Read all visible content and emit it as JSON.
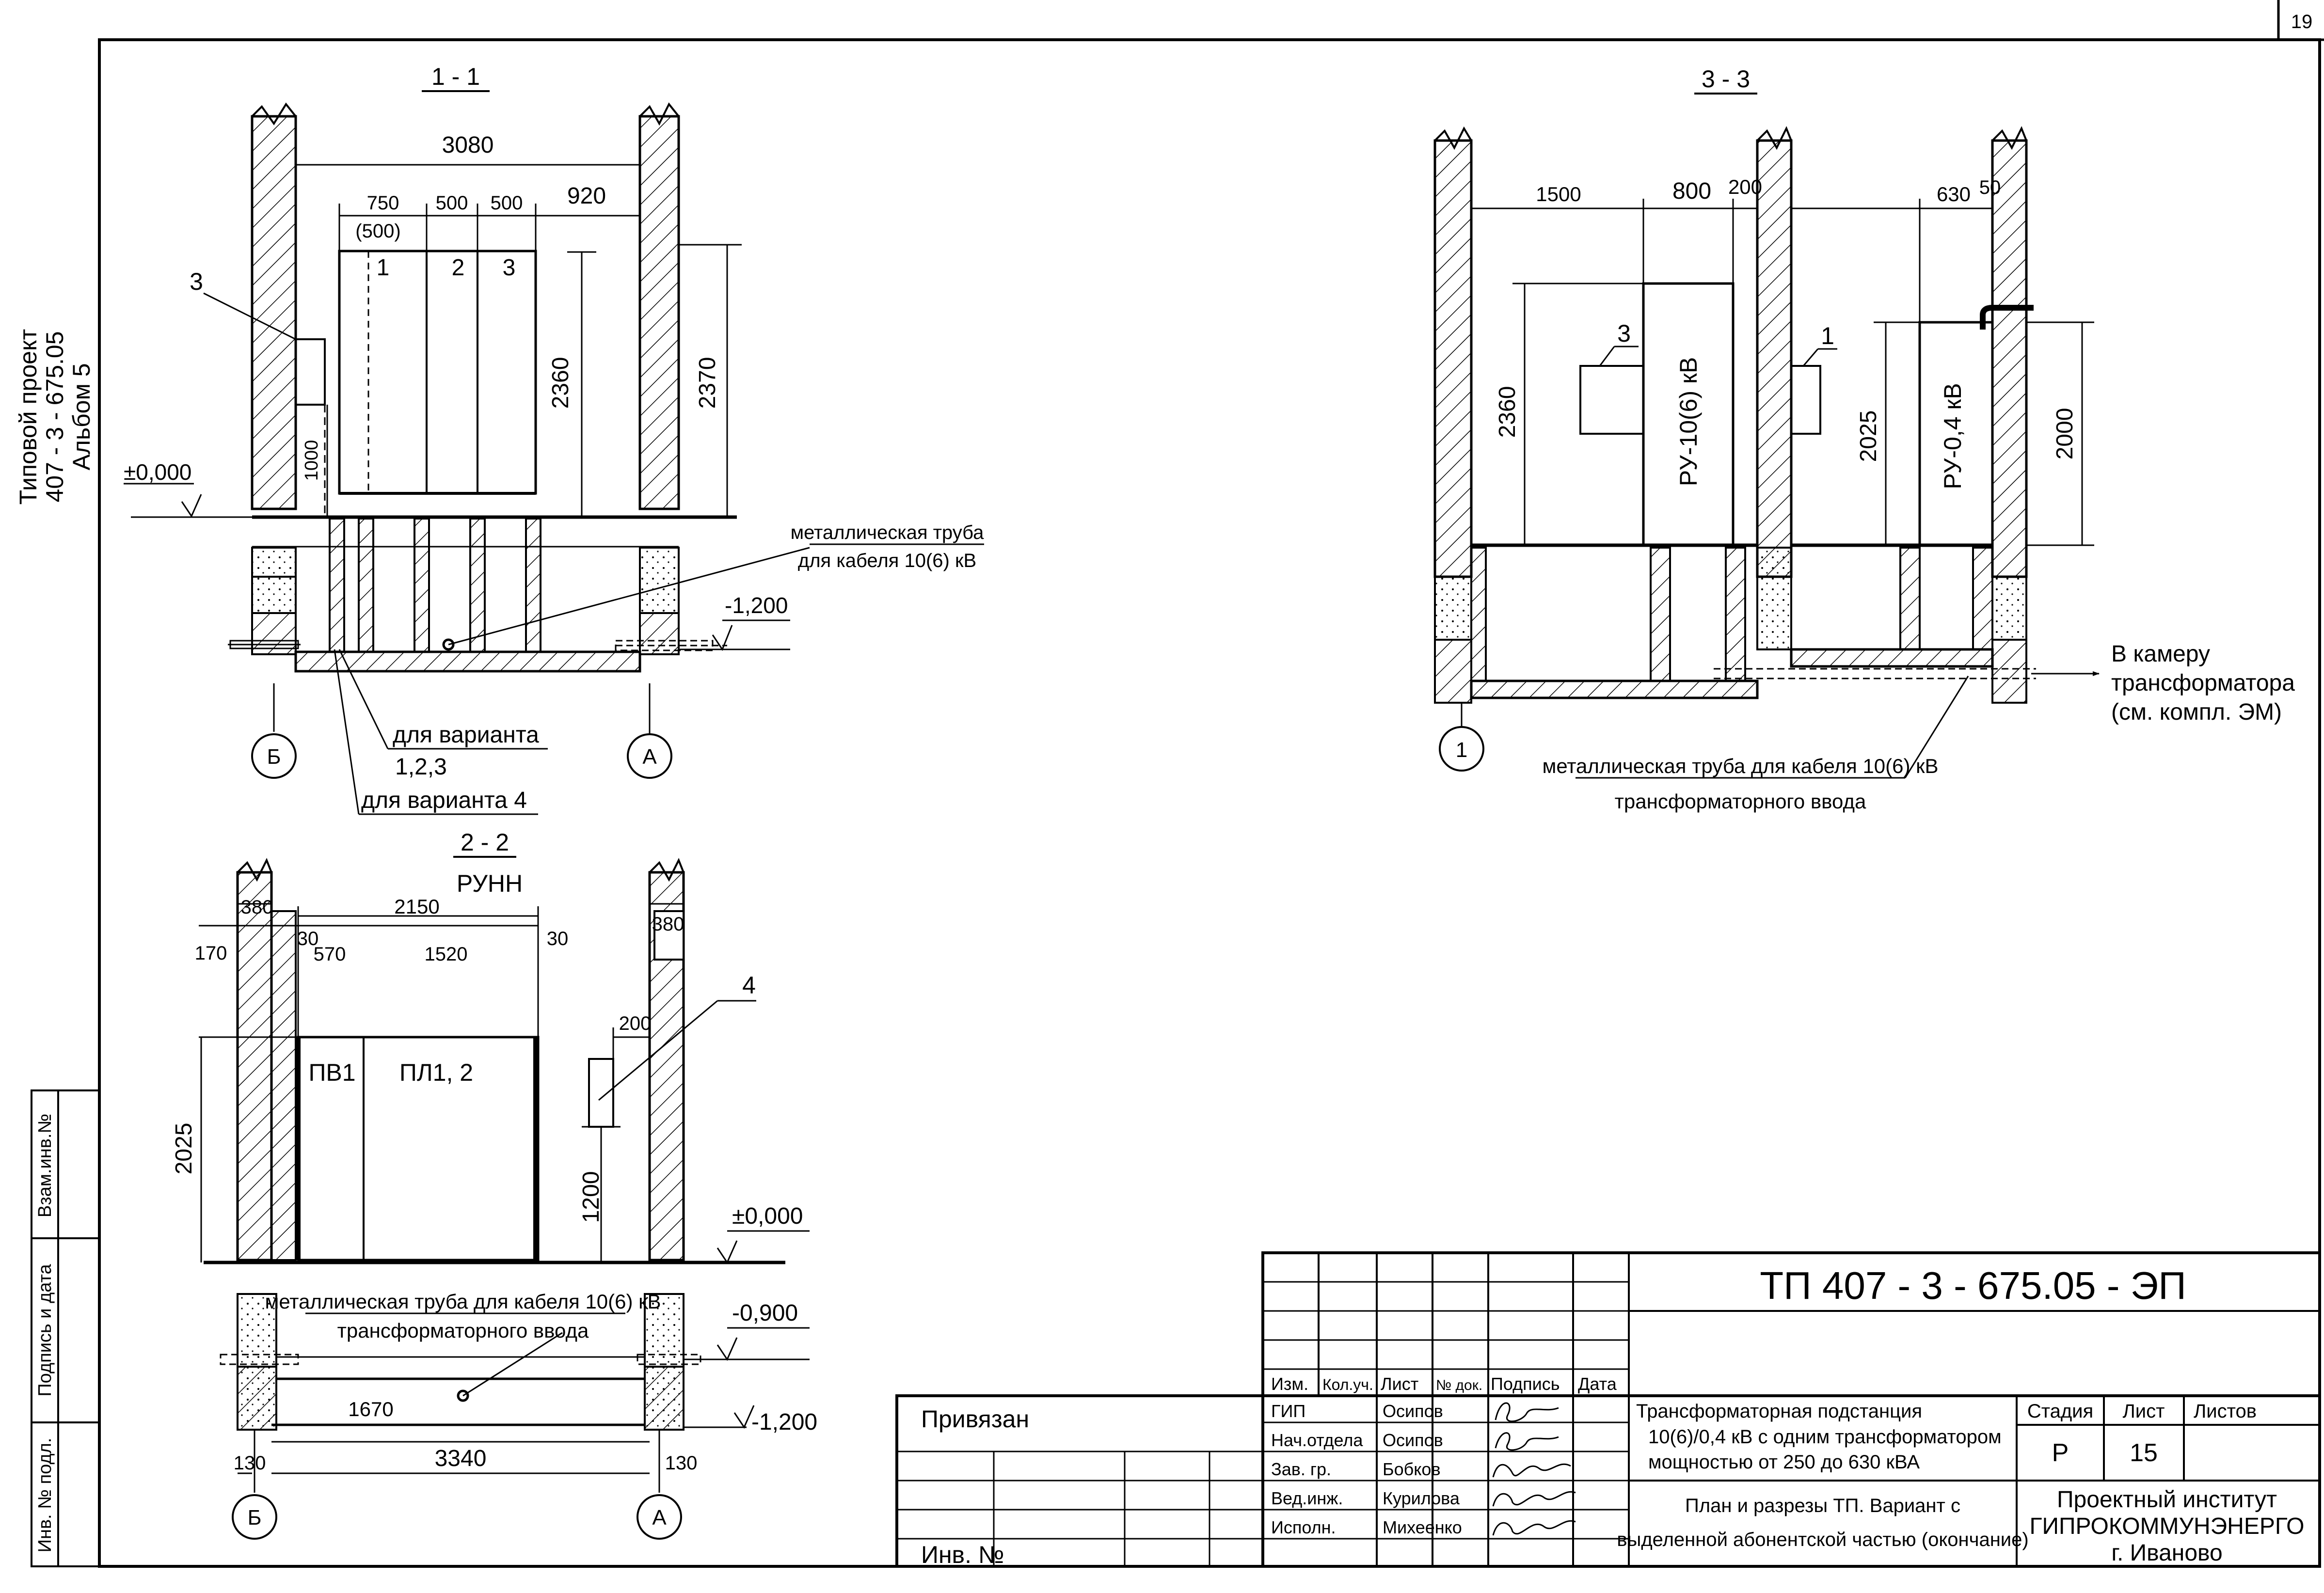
{
  "page_number": "19",
  "side_title": {
    "line1": "Типовой проект",
    "line2": "407 - 3 - 675.05",
    "line3": "Альбом  5"
  },
  "side_stamp": {
    "c1": "Взам.инв.№",
    "c2": "Подпись и дата",
    "c3": "Инв. № подл."
  },
  "section_1_1": {
    "title": "1 - 1",
    "dims": {
      "total": "3080",
      "d750": "750",
      "d500": "(500)",
      "d500a": "500",
      "d500b": "500",
      "d920": "920",
      "h2360": "2360",
      "h2370": "2370",
      "h1000": "1000"
    },
    "panels": [
      "1",
      "2",
      "3"
    ],
    "callout": "3",
    "level_zero": "±0,000",
    "level_minus": "-1,200",
    "pipe_note": [
      "металлическая труба",
      "для кабеля 10(6) кВ"
    ],
    "variant_a": [
      "для варианта",
      "1,2,3"
    ],
    "variant_b": "для варианта 4",
    "axes": [
      "Б",
      "А"
    ]
  },
  "section_2_2": {
    "title": "2 - 2",
    "subtitle": "РУНН",
    "dims": {
      "d380a": "380",
      "d380b": "380",
      "d2150": "2150",
      "d170": "170",
      "d30a": "30",
      "d570": "570",
      "d1520": "1520",
      "d30b": "30",
      "d200": "200",
      "h2025": "2025",
      "h1200": "1200",
      "d1670": "1670",
      "d3340": "3340",
      "d130a": "130",
      "d130b": "130"
    },
    "panels": [
      "ПВ1",
      "ПЛ1, 2"
    ],
    "callout": "4",
    "level_zero": "±0,000",
    "level_minus": "-0,900",
    "level_minus2": "-1,200",
    "pipe_note": [
      "металлическая труба для кабеля 10(6) кВ",
      "трансформаторного ввода"
    ],
    "axes": [
      "Б",
      "А"
    ]
  },
  "section_3_3": {
    "title": "3 - 3",
    "dims": {
      "d1500": "1500",
      "d800": "800",
      "d200": "200",
      "d630": "630",
      "d50": "50",
      "h2360": "2360",
      "h2025": "2025",
      "h2000": "2000"
    },
    "panels": [
      "РУ-10(6) кВ",
      "РУ-0,4 кВ"
    ],
    "callouts": [
      "3",
      "1"
    ],
    "arrow_note": [
      "В камеру",
      "трансформатора",
      "(см. компл. ЭМ)"
    ],
    "pipe_note": [
      "металлическая труба для кабеля 10(6) кВ",
      "трансформаторного ввода"
    ],
    "axis": "1"
  },
  "title_block": {
    "code": "ТП  407 - 3 - 675.05 - ЭП",
    "bound": "Привязан",
    "inv": "Инв. №",
    "headers": [
      "Изм.",
      "Кол.уч.",
      "Лист",
      "№ док.",
      "Подпись",
      "Дата"
    ],
    "roles": [
      "ГИП",
      "Нач.отдела",
      "Зав. гр.",
      "Вед.инж.",
      "Исполн."
    ],
    "names": [
      "Осипов",
      "Осипов",
      "Бобков",
      "Курилова",
      "Михеенко"
    ],
    "description": [
      "Трансформаторная подстанция",
      "10(6)/0,4 кВ с одним трансформатором",
      "мощностью от 250 до 630 кВА"
    ],
    "sheet_title": [
      "План и разрезы ТП. Вариант с",
      "выделенной абонентской частью (окончание)"
    ],
    "stage_label": "Стадия",
    "sheet_label": "Лист",
    "sheets_label": "Листов",
    "stage": "Р",
    "sheet": "15",
    "org": [
      "Проектный институт",
      "ГИПРОКОММУНЭНЕРГО",
      "г. Иваново"
    ]
  }
}
